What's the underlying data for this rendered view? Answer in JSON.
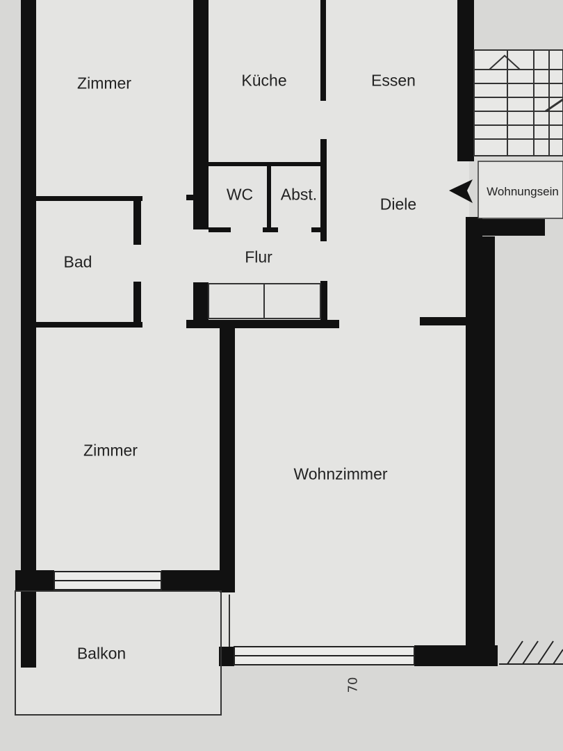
{
  "rooms": {
    "zimmer_top": "Zimmer",
    "kueche": "Küche",
    "essen": "Essen",
    "wc": "WC",
    "abst": "Abst.",
    "diele": "Diele",
    "bad": "Bad",
    "flur": "Flur",
    "zimmer_bottom": "Zimmer",
    "wohnzimmer": "Wohnzimmer",
    "balkon": "Balkon"
  },
  "entrance": "Wohnungsein",
  "annotation": "70",
  "colors": {
    "paper": "#d8d8d6",
    "room_fill": "#e4e4e2",
    "wall": "#111111",
    "line": "#333333"
  },
  "icons": {
    "entrance_arrow": "arrow-left-icon",
    "stair_arrow": "arrow-up-icon"
  }
}
